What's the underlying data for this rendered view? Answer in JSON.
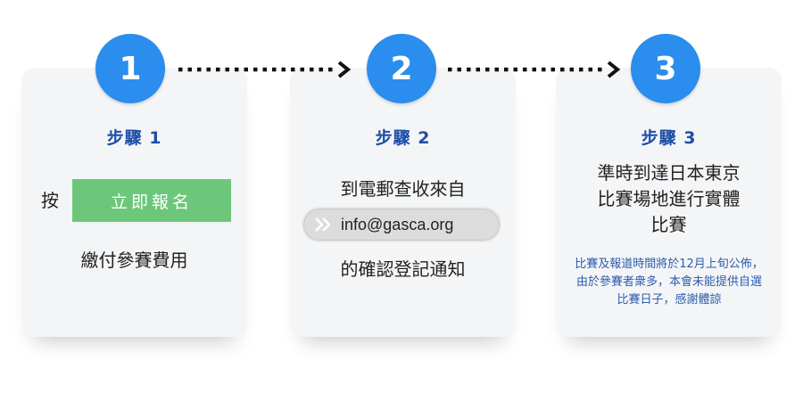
{
  "steps": [
    {
      "number": "1",
      "title": "步驟 1"
    },
    {
      "number": "2",
      "title": "步驟 2"
    },
    {
      "number": "3",
      "title": "步驟 3"
    }
  ],
  "step1": {
    "press_label": "按",
    "register_button": "立即報名",
    "pay_text": "繳付參賽費用"
  },
  "step2": {
    "check_text": "到電郵查收來自",
    "email": "info@gasca.org",
    "notice_text": "的確認登記通知"
  },
  "step3": {
    "arrive_line1": "準時到達日本東京",
    "arrive_line2": "比賽場地進行實體",
    "arrive_line3": "比賽",
    "note": "比賽及報道時間將於12月上旬公佈，由於參賽者衆多，本會未能提供自選比賽日子，感謝體諒"
  },
  "colors": {
    "accent_blue": "#2b8ded",
    "title_blue": "#1f4ea8",
    "button_green": "#6dc77a",
    "card_bg": "#f4f5f7"
  },
  "icons": {
    "connector": "dotted-arrow-icon",
    "email_chevron": "double-chevron-right-icon"
  }
}
